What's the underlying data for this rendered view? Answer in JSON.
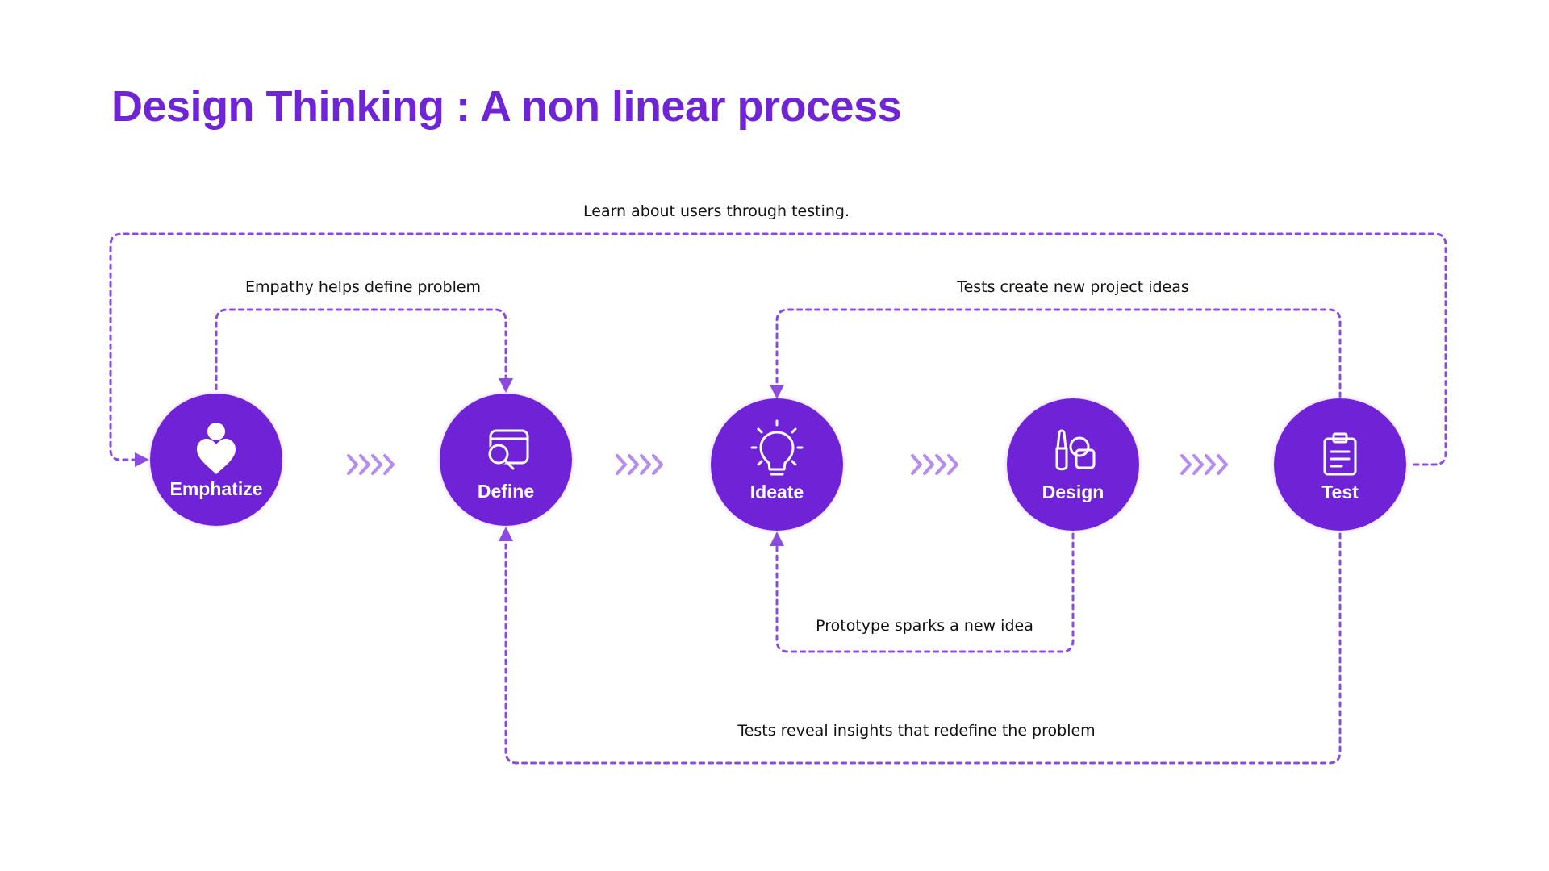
{
  "title": "Design Thinking : A non linear process",
  "colors": {
    "accent": "#6f24d6",
    "node": "#6f24d6",
    "dash": "#8b4ae0",
    "chevron": "#b68cf0"
  },
  "stages": [
    {
      "label": "Emphatize",
      "icon": "heart-person-icon"
    },
    {
      "label": "Define",
      "icon": "magnifier-window-icon"
    },
    {
      "label": "Ideate",
      "icon": "lightbulb-icon"
    },
    {
      "label": "Design",
      "icon": "brush-shapes-icon"
    },
    {
      "label": "Test",
      "icon": "clipboard-icon"
    }
  ],
  "loops": {
    "learn_users": "Learn about users through testing.",
    "empathy_define": "Empathy helps define problem",
    "tests_ideas": "Tests create new project ideas",
    "prototype_idea": "Prototype sparks a new idea",
    "tests_redefine": "Tests reveal insights that redefine the problem"
  }
}
